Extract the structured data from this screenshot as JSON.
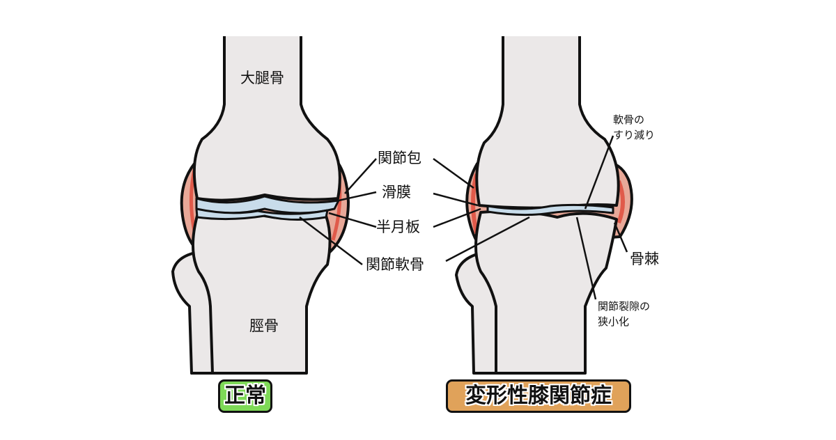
{
  "labels": {
    "femur": "大腿骨",
    "tibia": "脛骨",
    "capsule": "関節包",
    "synovium": "滑膜",
    "meniscus": "半月板",
    "cartilage": "関節軟骨",
    "cartilage_wear_1": "軟骨の",
    "cartilage_wear_2": "すり減り",
    "osteophyte": "骨棘",
    "gap_narrow_1": "関節裂隙の",
    "gap_narrow_2": "狭小化"
  },
  "badges": {
    "normal": "正常",
    "oa": "変形性膝関節症"
  },
  "colors": {
    "bone": "#ebe8e8",
    "capsule": "#e8a898",
    "synovium": "#e05a4a",
    "cartilage": "#c8dcea",
    "normal_badge": "#7ed957",
    "oa_badge": "#e0a25a"
  }
}
